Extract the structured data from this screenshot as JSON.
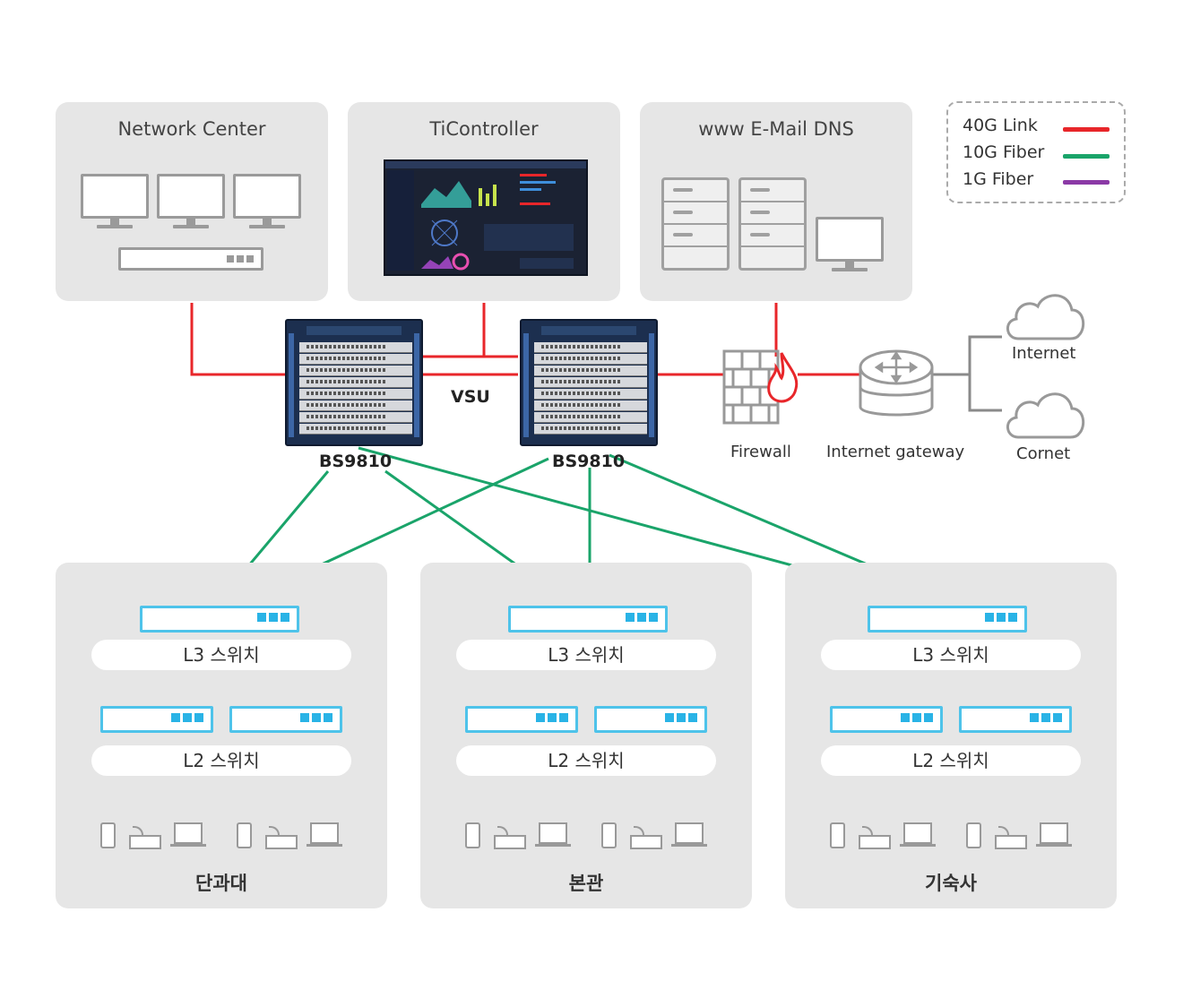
{
  "colors": {
    "link_40g": "#e8262a",
    "fiber_10g": "#1aa46a",
    "fiber_1g": "#8b3aa6",
    "panel_bg": "#e6e6e6",
    "switch_accent": "#29b3e6",
    "chassis": "#1c2f4f"
  },
  "legend": {
    "items": [
      {
        "label": "40G Link",
        "color": "#e8262a"
      },
      {
        "label": "10G Fiber",
        "color": "#1aa46a"
      },
      {
        "label": "1G Fiber",
        "color": "#8b3aa6"
      }
    ]
  },
  "top_panels": {
    "network_center": {
      "title": "Network Center"
    },
    "ticontroller": {
      "title": "TiController"
    },
    "services": {
      "title": "www E-Mail DNS"
    }
  },
  "core": {
    "switch_left": {
      "label": "BS9810"
    },
    "switch_right": {
      "label": "BS9810"
    },
    "vsu_label": "VSU"
  },
  "edge": {
    "firewall": {
      "label": "Firewall",
      "icon": "firewall-icon"
    },
    "gateway": {
      "label": "Internet gateway",
      "icon": "router-icon"
    },
    "internet": {
      "label": "Internet",
      "icon": "cloud-icon"
    },
    "cornet": {
      "label": "Cornet",
      "icon": "cloud-icon"
    }
  },
  "campuses": [
    {
      "name": "단과대",
      "l3_label": "L3 스위치",
      "l2_label": "L2 스위치"
    },
    {
      "name": "본관",
      "l3_label": "L3 스위치",
      "l2_label": "L2 스위치"
    },
    {
      "name": "기숙사",
      "l3_label": "L3 스위치",
      "l2_label": "L2 스위치"
    }
  ]
}
